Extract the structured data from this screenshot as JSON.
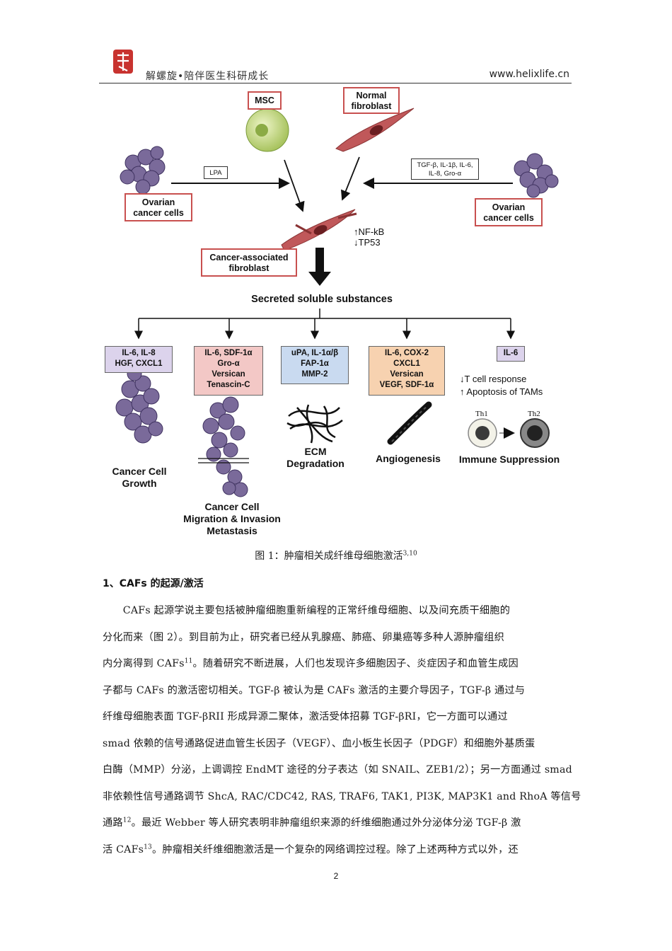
{
  "header": {
    "left_text": "解螺旋•陪伴医生科研成长",
    "right_text": "www.helixlife.cn"
  },
  "figure": {
    "msc": "MSC",
    "normal_fibroblast": [
      "Normal",
      "fibroblast"
    ],
    "ovarian_left": [
      "Ovarian",
      "cancer cells"
    ],
    "ovarian_right": [
      "Ovarian",
      "cancer cells"
    ],
    "lpa": "LPA",
    "factors_right": [
      "TGF-β, IL-1β, IL-6,",
      "IL-8, Gro-α"
    ],
    "nfkb": "↑NF-kB",
    "tp53": "↓TP53",
    "caf": [
      "Cancer-associated",
      "fibroblast"
    ],
    "secreted": "Secreted soluble substances",
    "boxes": [
      {
        "lines": [
          "IL-6, IL-8",
          "HGF, CXCL1"
        ],
        "color": "#dcd3ec"
      },
      {
        "lines": [
          "IL-6, SDF-1α",
          "Gro-α",
          "Versican",
          "Tenascin-C"
        ],
        "color": "#f3c8c6"
      },
      {
        "lines": [
          "uPA, IL-1α/β",
          "FAP-1α",
          "MMP-2"
        ],
        "color": "#c9daf0"
      },
      {
        "lines": [
          "IL-6, COX-2",
          "CXCL1",
          "Versican",
          "VEGF, SDF-1α"
        ],
        "color": "#f7d2b0"
      },
      {
        "lines": [
          "IL-6"
        ],
        "color": "#dcd3ec"
      }
    ],
    "immune_text": [
      "↓T cell response",
      "↑ Apoptosis of TAMs"
    ],
    "th1": "Th1",
    "th2": "Th2",
    "outcomes": {
      "growth": [
        "Cancer Cell",
        "Growth"
      ],
      "migration": [
        "Cancer Cell",
        "Migration & Invasion",
        "Metastasis"
      ],
      "ecm": [
        "ECM",
        "Degradation"
      ],
      "angio": "Angiogenesis",
      "immune": "Immune Suppression"
    }
  },
  "caption": {
    "text": "图 1：肿瘤相关成纤维母细胞激活",
    "refs": "3,10"
  },
  "section_title": "1、CAFs 的起源/激活",
  "paragraph": [
    {
      "pre": "　　CAFs 起源学说主要包括被肿瘤细胞重新编程的正常纤维母细胞、以及间充质干细胞的",
      "sup": "",
      "post": ""
    },
    {
      "pre": "分化而来（图 2）。到目前为止，研究者已经从乳腺癌、肺癌、卵巢癌等多种人源肿瘤组织",
      "sup": "",
      "post": ""
    },
    {
      "pre": "内分离得到 CAFs",
      "sup": "11",
      "post": "。随着研究不断进展，人们也发现许多细胞因子、炎症因子和血管生成因"
    },
    {
      "pre": "子都与 CAFs 的激活密切相关。TGF-β 被认为是 CAFs 激活的主要介导因子，TGF-β 通过与",
      "sup": "",
      "post": ""
    },
    {
      "pre": "纤维母细胞表面 TGF-βRII 形成异源二聚体，激活受体招募 TGF-βRI，它一方面可以通过",
      "sup": "",
      "post": ""
    },
    {
      "pre": "smad 依赖的信号通路促进血管生长因子（VEGF）、血小板生长因子（PDGF）和细胞外基质蛋",
      "sup": "",
      "post": ""
    },
    {
      "pre": "白酶（MMP）分泌，上调调控 EndMT 途径的分子表达（如 SNAIL、ZEB1/2）；另一方面通过 smad",
      "sup": "",
      "post": ""
    },
    {
      "pre": "非依赖性信号通路调节 ShcA, RAC/CDC42, RAS, TRAF6, TAK1, PI3K, MAP3K1 and RhoA 等信号",
      "sup": "",
      "post": ""
    },
    {
      "pre": "通路",
      "sup": "12",
      "post": "。最近 Webber 等人研究表明非肿瘤组织来源的纤维细胞通过外分泌体分泌 TGF-β 激"
    },
    {
      "pre": "活 CAFs",
      "sup": "13",
      "post": "。肿瘤相关纤维细胞激活是一个复杂的网络调控过程。除了上述两种方式以外，还"
    }
  ],
  "page_number": "2"
}
